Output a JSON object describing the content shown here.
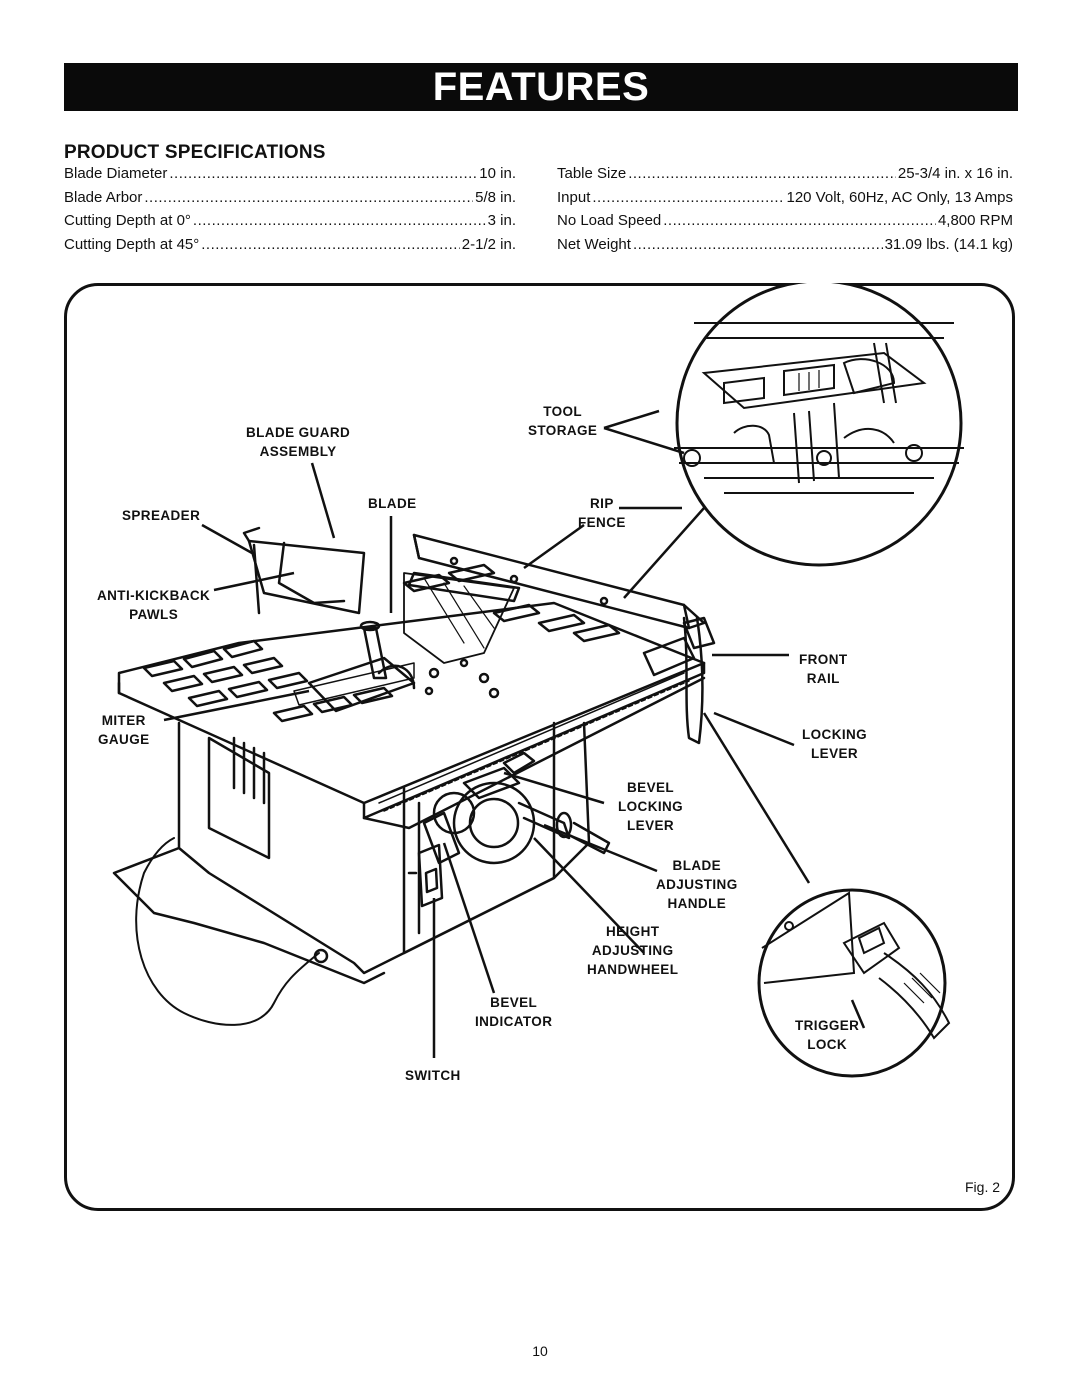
{
  "header": {
    "title": "FEATURES"
  },
  "specs": {
    "title": "PRODUCT SPECIFICATIONS",
    "left": [
      {
        "label": "Blade Diameter",
        "value": "10 in."
      },
      {
        "label": "Blade Arbor",
        "value": "5/8 in."
      },
      {
        "label": "Cutting Depth at 0°",
        "value": "3 in."
      },
      {
        "label": "Cutting Depth at 45°",
        "value": "2-1/2 in."
      }
    ],
    "right": [
      {
        "label": "Table Size",
        "value": "25-3/4 in. x 16 in."
      },
      {
        "label": "Input",
        "value": "120 Volt, 60Hz, AC Only, 13 Amps"
      },
      {
        "label": "No Load Speed",
        "value": "4,800 RPM"
      },
      {
        "label": "Net Weight",
        "value": "31.09 lbs. (14.1 kg)"
      }
    ]
  },
  "figure": {
    "label": "Fig. 2",
    "callouts": {
      "blade_guard": [
        "BLADE GUARD",
        "ASSEMBLY"
      ],
      "tool_storage": [
        "TOOL",
        "STORAGE"
      ],
      "spreader": [
        "SPREADER"
      ],
      "blade": [
        "BLADE"
      ],
      "rip_fence": [
        "RIP",
        "FENCE"
      ],
      "anti_kickback": [
        "ANTI-KICKBACK",
        "PAWLS"
      ],
      "front_rail": [
        "FRONT",
        "RAIL"
      ],
      "miter_gauge": [
        "MITER",
        "GAUGE"
      ],
      "locking_lever": [
        "LOCKING",
        "LEVER"
      ],
      "bevel_locking_lever": [
        "BEVEL",
        "LOCKING",
        "LEVER"
      ],
      "blade_adjusting_handle": [
        "BLADE",
        "ADJUSTING",
        "HANDLE"
      ],
      "height_adjusting_handwheel": [
        "HEIGHT",
        "ADJUSTING",
        "HANDWHEEL"
      ],
      "bevel_indicator": [
        "BEVEL",
        "INDICATOR"
      ],
      "trigger_lock": [
        "TRIGGER",
        "LOCK"
      ],
      "switch": [
        "SWITCH"
      ]
    }
  },
  "footer": {
    "page_number": "10"
  }
}
